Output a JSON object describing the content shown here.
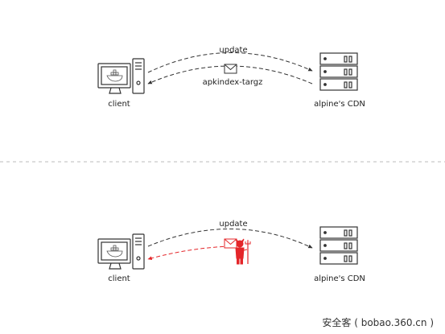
{
  "colors": {
    "line": "#333333",
    "attack": "#e4262a",
    "divider": "#bbbbbb"
  },
  "top": {
    "client_label": "client",
    "server_label": "alpine's CDN",
    "request_label": "update",
    "response_label": "apkindex-targz"
  },
  "bottom": {
    "client_label": "client",
    "server_label": "alpine's CDN",
    "request_label": "update"
  },
  "watermark": "安全客 ( bobao.360.cn )"
}
